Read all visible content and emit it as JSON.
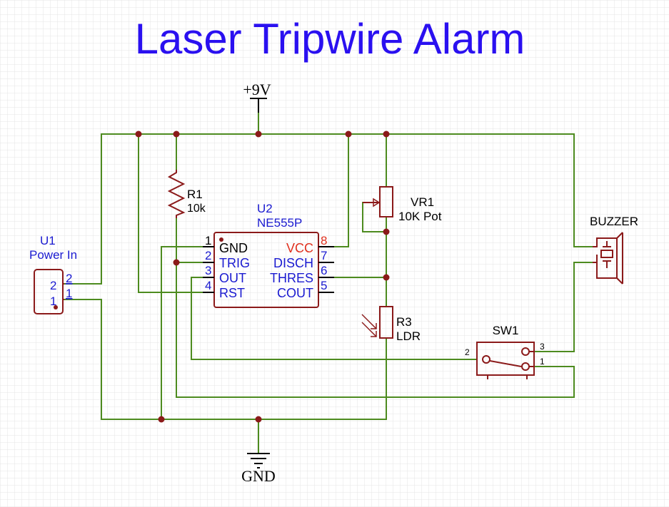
{
  "title": "Laser Tripwire Alarm",
  "colors": {
    "wire": "#4d8b1f",
    "component": "#8b1a1a",
    "label": "#1a1ad0",
    "vcc_pin": "#e0301e",
    "title": "#2a10f0",
    "grid": "#dcdcdc",
    "junction": "#8b1a1a"
  },
  "power": {
    "vcc_label": "+9V",
    "gnd_label": "GND"
  },
  "u1": {
    "designator": "U1",
    "value": "Power In",
    "pins": {
      "p2": "2",
      "p1": "1"
    }
  },
  "r1": {
    "designator": "R1",
    "value": "10k"
  },
  "u2": {
    "designator": "U2",
    "value": "NE555P",
    "left_pins": [
      {
        "num": "1",
        "name": "GND"
      },
      {
        "num": "2",
        "name": "TRIG"
      },
      {
        "num": "3",
        "name": "OUT"
      },
      {
        "num": "4",
        "name": "RST"
      }
    ],
    "right_pins": [
      {
        "num": "8",
        "name": "VCC"
      },
      {
        "num": "7",
        "name": "DISCH"
      },
      {
        "num": "6",
        "name": "THRES"
      },
      {
        "num": "5",
        "name": "COUT"
      }
    ]
  },
  "vr1": {
    "designator": "VR1",
    "value": "10K Pot"
  },
  "r3": {
    "designator": "R3",
    "value": "LDR"
  },
  "buzzer": {
    "designator": "BUZZER"
  },
  "sw1": {
    "designator": "SW1",
    "pins": {
      "p1": "1",
      "p2": "2",
      "p3": "3"
    }
  }
}
